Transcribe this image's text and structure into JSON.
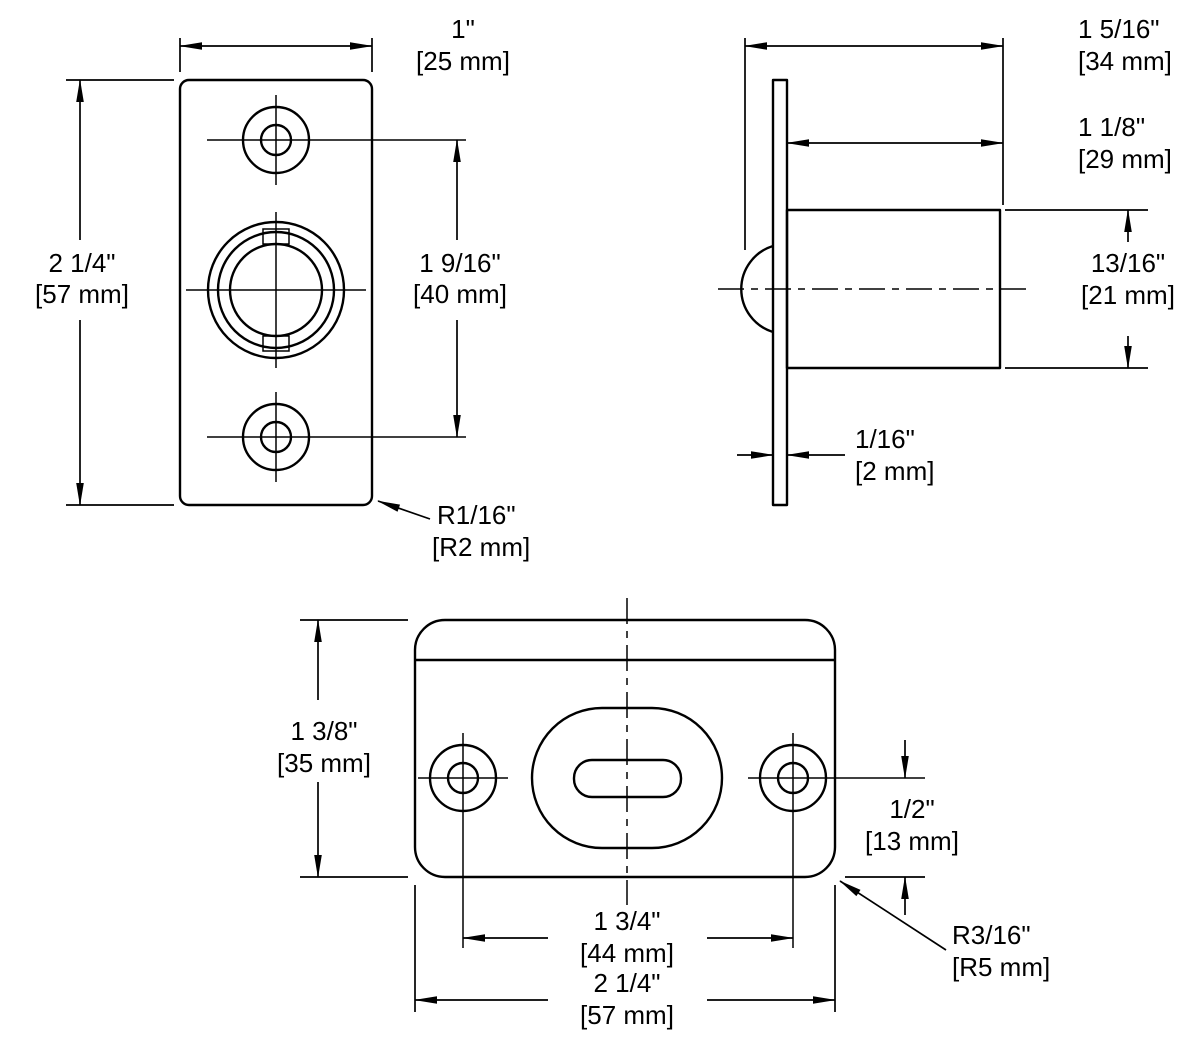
{
  "drawing": {
    "background": "#ffffff",
    "line_color": "#000000"
  },
  "views": {
    "front": {
      "width": {
        "in": "1\"",
        "mm": "[25 mm]"
      },
      "height": {
        "in": "2 1/4\"",
        "mm": "[57 mm]"
      },
      "hole_spacing": {
        "in": "1 9/16\"",
        "mm": "[40 mm]"
      },
      "corner_radius": {
        "in": "R1/16\"",
        "mm": "[R2 mm]"
      }
    },
    "side": {
      "overall_depth": {
        "in": "1 5/16\"",
        "mm": "[34 mm]"
      },
      "body_depth": {
        "in": "1 1/8\"",
        "mm": "[29 mm]"
      },
      "body_diameter": {
        "in": "13/16\"",
        "mm": "[21 mm]"
      },
      "plate_thickness": {
        "in": "1/16\"",
        "mm": "[2 mm]"
      }
    },
    "bottom": {
      "height": {
        "in": "1 3/8\"",
        "mm": "[35 mm]"
      },
      "edge_offset": {
        "in": "1/2\"",
        "mm": "[13 mm]"
      },
      "hole_spacing": {
        "in": "1 3/4\"",
        "mm": "[44 mm]"
      },
      "overall_width": {
        "in": "2 1/4\"",
        "mm": "[57 mm]"
      },
      "corner_radius": {
        "in": "R3/16\"",
        "mm": "[R5 mm]"
      }
    }
  }
}
